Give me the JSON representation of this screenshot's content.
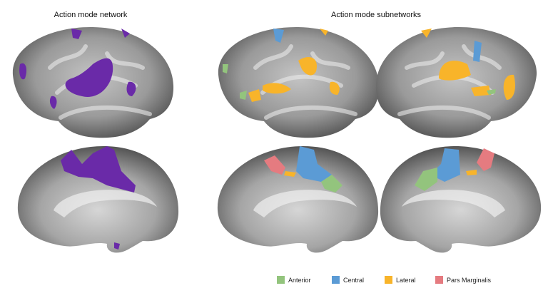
{
  "titles": {
    "left": "Action mode network",
    "right": "Action mode subnetworks"
  },
  "colors": {
    "network": "#6a2aa8",
    "anterior": "#93c47d",
    "central": "#5b9bd5",
    "lateral": "#f8b42a",
    "pars_marginalis": "#e57b80"
  },
  "legend": [
    {
      "label": "Anterior",
      "color": "#93c47d"
    },
    {
      "label": "Central",
      "color": "#5b9bd5"
    },
    {
      "label": "Lateral",
      "color": "#f8b42a"
    },
    {
      "label": "Pars Marginalis",
      "color": "#e57b80"
    }
  ]
}
